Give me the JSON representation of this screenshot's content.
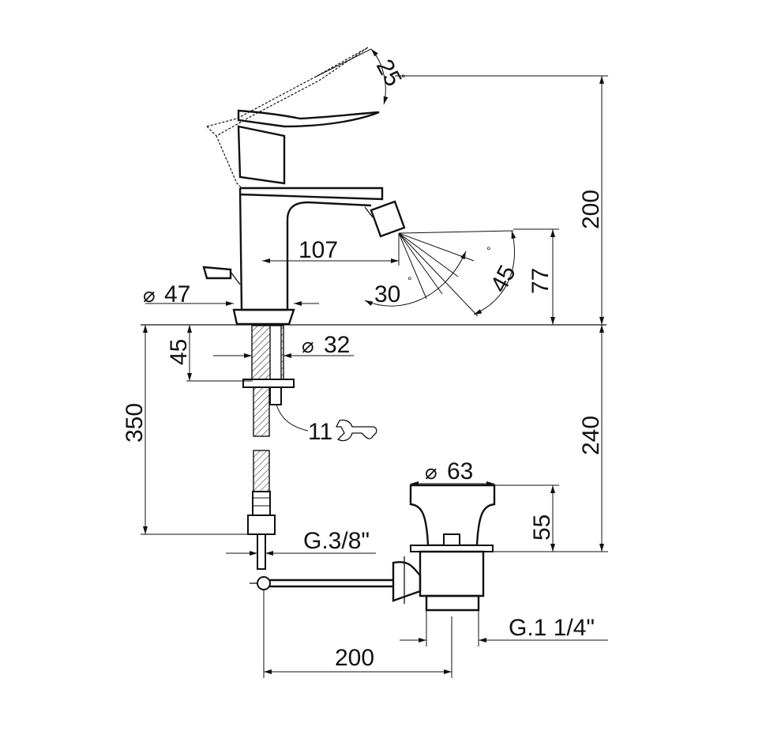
{
  "drawing": {
    "dimensions": {
      "lever_angle": "25",
      "total_height": "200",
      "spout_reach": "107",
      "base_diameter": "47",
      "spray_angle_down": "30",
      "spray_angle_swivel": "45",
      "spout_height": "77",
      "shank_length": "45",
      "shank_diameter": "32",
      "wrench_size": "11",
      "hose_length": "350",
      "drain_depth": "240",
      "plug_diameter": "63",
      "plug_height": "55",
      "hose_thread": "G.3/8\"",
      "waste_thread": "G.1 1/4\"",
      "rod_length": "200"
    },
    "degree_symbol": "°",
    "diameter_symbol": "⌀"
  }
}
